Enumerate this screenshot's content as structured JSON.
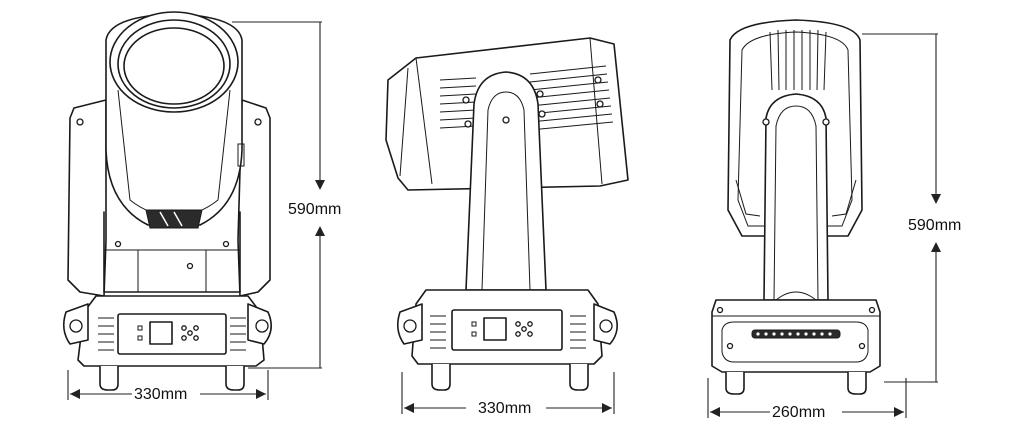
{
  "dimensions": {
    "front_height": "590mm",
    "front_width": "330mm",
    "side_width": "330mm",
    "rear_height": "590mm",
    "rear_width": "260mm"
  }
}
